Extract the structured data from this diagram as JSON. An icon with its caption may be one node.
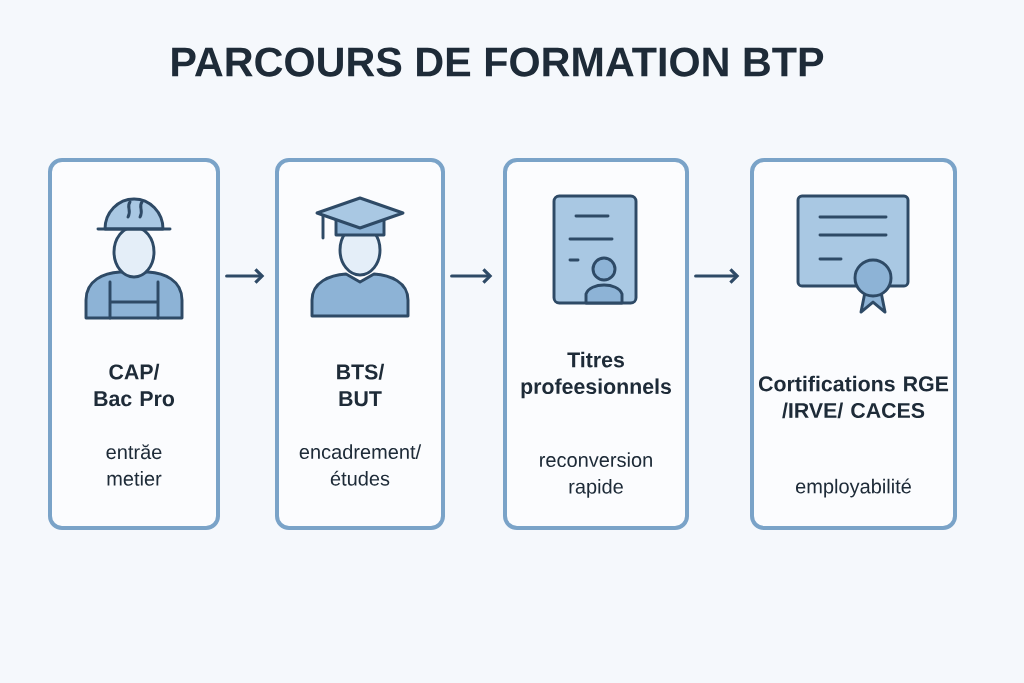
{
  "diagram": {
    "title": "PARCOURS DE FORMATION BTP",
    "nodes": [
      {
        "text": [
          "CAP/ Bac Pro",
          "entrăe metier"
        ]
      },
      {
        "text": [
          "BTS/ BUT",
          "encadrement/ études"
        ]
      },
      {
        "text": [
          "Titres profeesionnels",
          "reconversion rapide"
        ]
      },
      {
        "text": [
          "Cortifications RGE /IRVE/ CACES",
          "employabilité"
        ]
      }
    ],
    "edges": [
      {
        "from": 0,
        "to": 1,
        "arrow": "to"
      },
      {
        "from": 1,
        "to": 2,
        "arrow": "to"
      },
      {
        "from": 2,
        "to": 3,
        "arrow": "to"
      }
    ]
  }
}
